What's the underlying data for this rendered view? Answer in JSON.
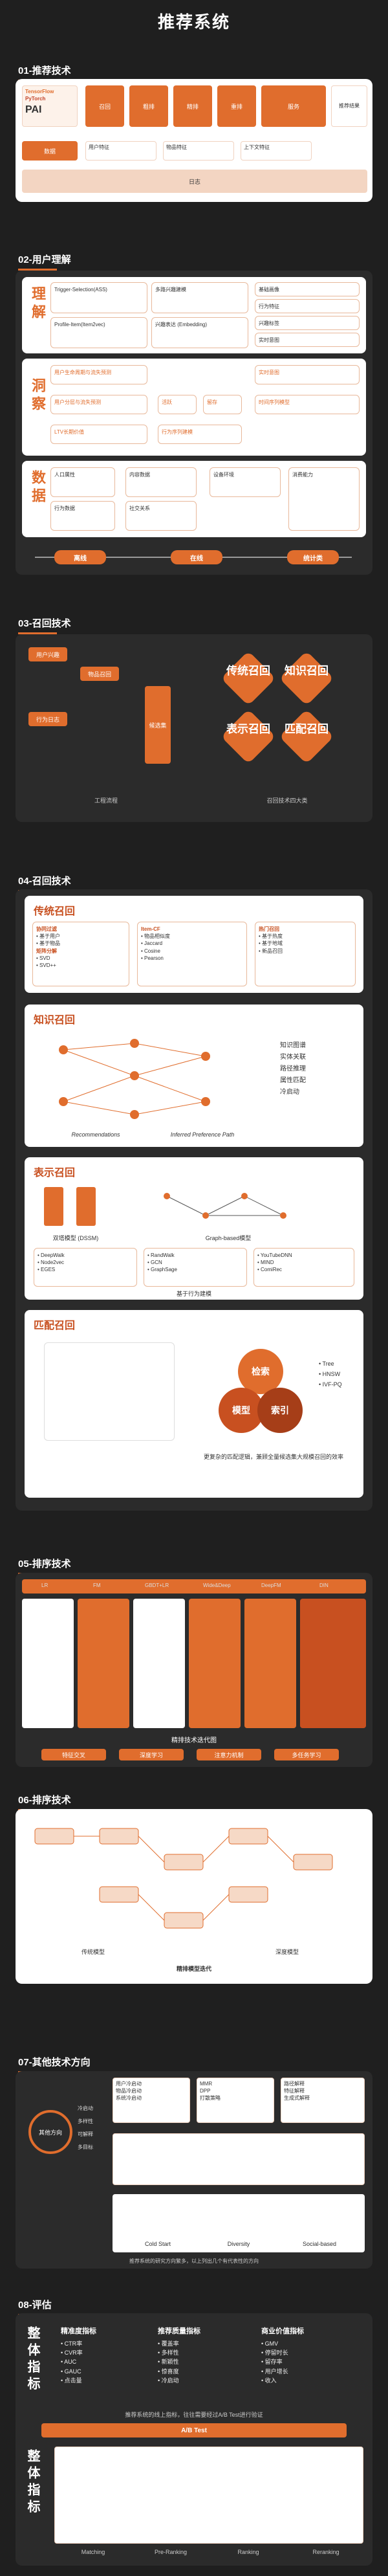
{
  "page_title": "推荐系统",
  "sections": {
    "s1": "01-推荐技术",
    "s2": "02-用户理解",
    "s3": "03-召回技术",
    "s4": "04-召回技术",
    "s5": "05-排序技术",
    "s6": "06-排序技术",
    "s7": "07-其他技术方向",
    "s8": "08-评估"
  },
  "s1": {
    "frameworks": [
      "TensorFlow",
      "PyTorch",
      "PAI"
    ],
    "stages": [
      "召回",
      "粗排",
      "精排",
      "重排"
    ],
    "store": "推荐结果",
    "service": "服务",
    "features": [
      "用户特征",
      "物品特征",
      "上下文特征"
    ],
    "data": "数据",
    "logs": "日志"
  },
  "s2": {
    "left_labels": [
      "理解",
      "洞察",
      "数据"
    ],
    "understand_items": [
      "Trigger-Selection(ASS)",
      "多路兴趣建模",
      "Profile-Item(Item2vec)",
      "兴趣表达 (Embedding)"
    ],
    "right_items": [
      "基础画像",
      "行为特征",
      "兴趣标签",
      "实时意图"
    ],
    "insight_items": [
      "用户生命周期与流失预测",
      "用户分层与流失预测",
      "活跃",
      "留存",
      "行为序列建模",
      "实时意图",
      "LTV长期价值",
      "时间序列模型"
    ],
    "data_items": [
      "人口属性",
      "行为数据",
      "内容数据",
      "社交关系",
      "设备环境",
      "消费能力"
    ],
    "pills": [
      "离线",
      "在线",
      "统计类"
    ]
  },
  "s3": {
    "flow_labels": [
      "用户兴趣",
      "物品召回",
      "行为日志",
      "候选集"
    ],
    "caption_left": "工程流程",
    "caption_right": "召回技术四大类",
    "diamonds": [
      "传统召回",
      "知识召回",
      "表示召回",
      "匹配召回"
    ]
  },
  "s4": {
    "traditional": {
      "title": "传统召回",
      "col1": [
        "协同过滤",
        "• 基于用户",
        "• 基于物品",
        "矩阵分解",
        "• SVD",
        "• SVD++"
      ],
      "col2": [
        "Item-CF",
        "• 物品相似度",
        "• Jaccard",
        "• Cosine",
        "• Pearson"
      ],
      "col3": [
        "热门召回",
        "• 基于热度",
        "• 基于地域",
        "• 新品召回"
      ]
    },
    "knowledge": {
      "title": "知识召回",
      "items": [
        "知识图谱",
        "实体关联",
        "路径推理",
        "属性匹配",
        "冷启动"
      ],
      "caption_a": "Recommendations",
      "caption_b": "Inferred Preference Path"
    },
    "representation": {
      "title": "表示召回",
      "cols": [
        "双塔模型 (DSSM)",
        "Graph-based模型"
      ],
      "list1": [
        "• DeepWalk",
        "• Node2vec",
        "• EGES"
      ],
      "list2": [
        "• RandWalk",
        "• GCN",
        "• GraphSage"
      ],
      "list3": [
        "• YouTubeDNN",
        "• MIND",
        "• ComiRec"
      ],
      "caption": "基于行为建模"
    },
    "match": {
      "title": "匹配召回",
      "center": [
        "检索",
        "模型",
        "索引"
      ],
      "right": [
        "• Tree",
        "• HNSW",
        "• IVF-PQ"
      ],
      "caption": "更复杂的匹配逻辑，兼顾全量候选集大规模召回的效率"
    }
  },
  "s5": {
    "stages": [
      "LR",
      "FM",
      "GBDT+LR",
      "Wide&Deep",
      "DeepFM",
      "DIN"
    ],
    "caption": "精排技术迭代图",
    "bottom": [
      "特征交叉",
      "深度学习",
      "注意力机制",
      "多任务学习"
    ]
  },
  "s6": {
    "caption_left": "传统模型",
    "caption_right": "深度模型",
    "bottom_caption": "精排模型迭代"
  },
  "s7": {
    "center": "其他方向",
    "branches": [
      "冷启动",
      "多样性",
      "可解释",
      "多目标"
    ],
    "row1": [
      "用户冷启动",
      "物品冷启动",
      "系统冷启动"
    ],
    "row2": [
      "MMR",
      "DPP",
      "打散策略"
    ],
    "row3": [
      "路径解释",
      "特征解释",
      "生成式解释"
    ],
    "captions": [
      "Cold Start",
      "Diversity",
      "Social-based"
    ],
    "footer": "推荐系统的研究方向繁多，以上列出几个有代表性的方向"
  },
  "s8": {
    "left_label_top": "整体指标",
    "left_label_bottom": "整体指标",
    "col1_title": "精准度指标",
    "col1": [
      "• CTR率",
      "• CVR率",
      "• AUC",
      "• GAUC",
      "• 点击量"
    ],
    "col2_title": "推荐质量指标",
    "col2": [
      "• 覆盖率",
      "• 多样性",
      "• 新颖性",
      "• 惊喜度",
      "• 冷启动"
    ],
    "col3_title": "商业价值指标",
    "col3": [
      "• GMV",
      "• 停留时长",
      "• 留存率",
      "• 用户增长",
      "• 收入"
    ],
    "ab_text": "推荐系统的线上指标，往往需要经过A/B Test进行验证",
    "ab_label": "A/B Test",
    "stage_labels": [
      "Matching",
      "Pre-Ranking",
      "Ranking",
      "Reranking"
    ]
  },
  "colors": {
    "accent": "#e06d2d",
    "bg": "#1f1f1f",
    "panel": "#2b2b2b"
  }
}
